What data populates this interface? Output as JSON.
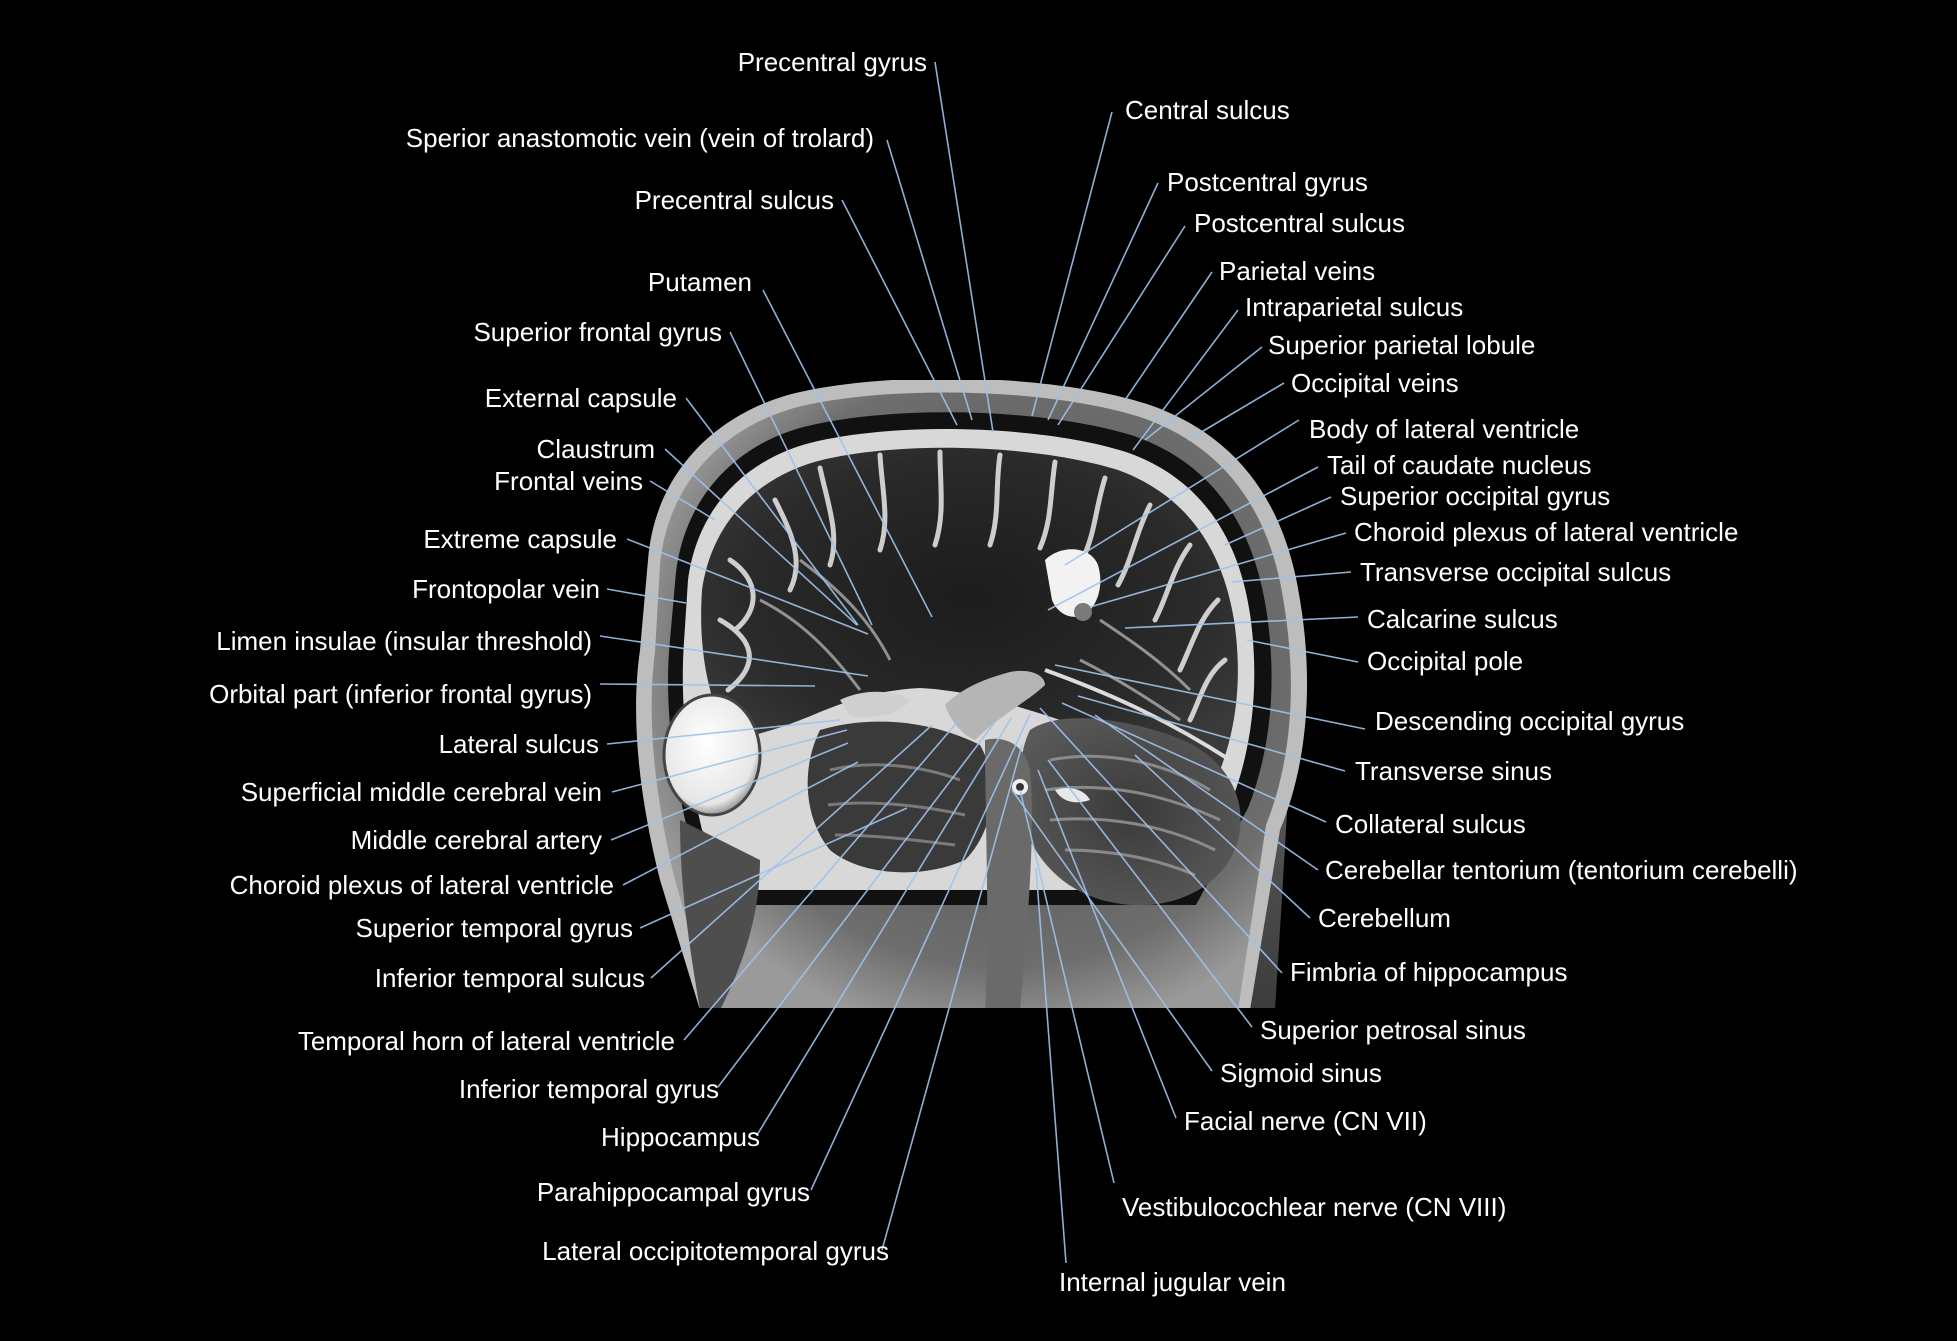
{
  "colors": {
    "background": "#000000",
    "label_text": "#ffffff",
    "leader_line": "#9fc3ec"
  },
  "labels_left": [
    "Precentral gyrus",
    "Sperior anastomotic vein (vein of trolard)",
    "Precentral sulcus",
    "Putamen",
    "Superior frontal gyrus",
    "External capsule",
    "Claustrum",
    "Frontal veins",
    "Extreme capsule",
    "Frontopolar vein",
    "Limen insulae (insular threshold)",
    "Orbital part (inferior frontal gyrus)",
    "Lateral sulcus",
    "Superficial middle cerebral vein",
    "Middle cerebral artery",
    "Choroid plexus of lateral ventricle",
    "Superior temporal gyrus",
    "Inferior temporal sulcus",
    "Temporal horn of lateral ventricle",
    "Inferior temporal gyrus",
    "Hippocampus",
    "Parahippocampal gyrus",
    "Lateral occipitotemporal gyrus"
  ],
  "labels_right": [
    "Central sulcus",
    "Postcentral gyrus",
    "Postcentral sulcus",
    "Parietal veins",
    "Intraparietal sulcus",
    "Superior parietal lobule",
    "Occipital veins",
    "Body of lateral ventricle",
    "Tail of caudate nucleus",
    "Superior occipital gyrus",
    "Choroid plexus of lateral ventricle",
    "Transverse occipital sulcus",
    "Calcarine sulcus",
    "Occipital pole",
    "Descending occipital gyrus",
    "Transverse sinus",
    "Collateral sulcus",
    "Cerebellar tentorium (tentorium cerebelli)",
    "Cerebellum",
    "Fimbria of hippocampus",
    "Superior petrosal sinus",
    "Sigmoid sinus",
    "Facial nerve (CN VII)",
    "Vestibulocochlear nerve (CN VIII)",
    "Internal jugular vein"
  ]
}
